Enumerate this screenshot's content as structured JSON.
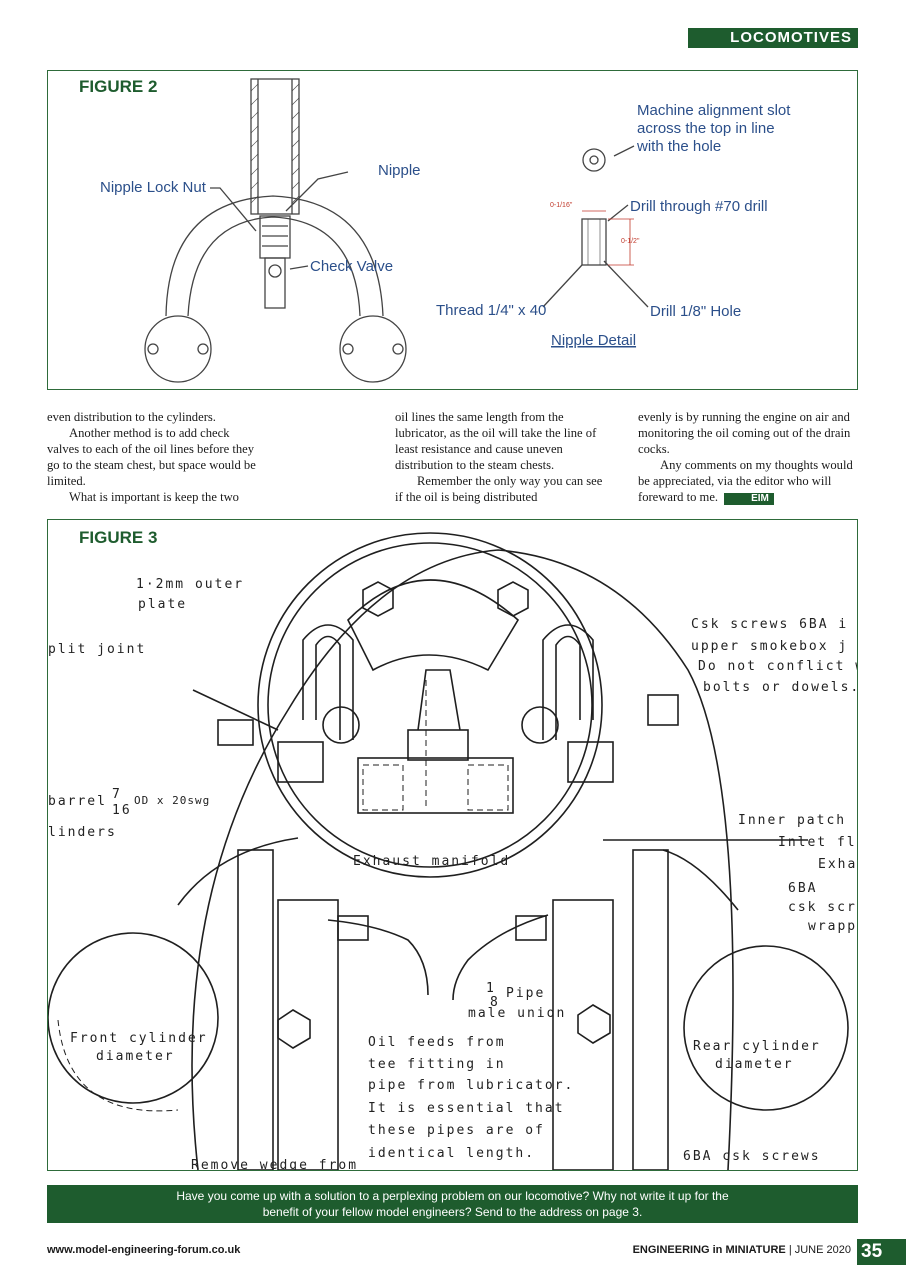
{
  "header": {
    "section": "LOCOMOTIVES"
  },
  "figure2": {
    "title": "FIGURE 2",
    "labels": {
      "nipple": "Nipple",
      "nipple_lock_nut": "Nipple Lock Nut",
      "check_valve": "Check Valve",
      "machine_slot_1": "Machine alignment slot",
      "machine_slot_2": "across the top in line",
      "machine_slot_3": "with the hole",
      "drill_70": "Drill through #70 drill",
      "thread": "Thread 1/4\" x 40",
      "drill_hole": "Drill 1/8\" Hole",
      "nipple_detail": "Nipple Detail",
      "dim_top": "0-1/16\"",
      "dim_side": "0-1/2\""
    }
  },
  "article": {
    "col1_p1": "even distribution to the cylinders.",
    "col1_p2": "Another method is to add check valves to each of the oil lines before they go to the steam chest, but space would be limited.",
    "col1_p3": "What is important is keep the two",
    "col2_p1": "oil lines the same length from the lubricator, as the oil will take the line of least resistance and cause uneven distribution to the steam chests.",
    "col2_p2": "Remember the only way you can see if the oil is being distributed",
    "col3_p1": "evenly is by running the engine on air and monitoring the oil coming out of the drain cocks.",
    "col3_p2": "Any comments on my thoughts would be appreciated, via the editor who will foreward to me.",
    "end_mark": "EIM"
  },
  "figure3": {
    "title": "FIGURE 3",
    "labels": {
      "outer_plate_1": "1·2mm outer",
      "outer_plate_2": "plate",
      "split_joint": "plit joint",
      "csk_1": "Csk screws 6BA i",
      "csk_2": "upper smokebox j",
      "csk_3": "Do not conflict wi",
      "csk_4": "bolts or dowels.",
      "barrel": "barrel",
      "fraction_num": "7",
      "fraction_den": "16",
      "od": "OD x 20swg",
      "linders": "linders",
      "inner_patch": "Inner patch pl",
      "inlet": "Inlet fla",
      "exha": "Exha",
      "exhaust_manifold": "Exhaust manifold",
      "six_ba": "6BA",
      "csk_scr": "csk scr",
      "wrapp": "wrapp",
      "pipe_num": "1",
      "pipe_den": "8",
      "pipe": "Pipe",
      "male_union": "male union",
      "front_cyl_1": "Front cylinder",
      "front_cyl_2": "diameter",
      "oil_1": "Oil feeds from",
      "oil_2": "tee fitting in",
      "oil_3": "pipe from lubricator.",
      "oil_4": "It is essential that",
      "oil_5": "these pipes are of",
      "oil_6": "identical length.",
      "rear_cyl_1": "Rear cylinder",
      "rear_cyl_2": "diameter",
      "six_ba_csk": "6BA csk screws",
      "remove_wedge": "Remove wedge from"
    }
  },
  "banner": {
    "line1": "Have you come up with a solution to a perplexing problem on our locomotive? Why not write it up for the",
    "line2": "benefit of your fellow model engineers? Send to the address on page 3."
  },
  "footer": {
    "website": "www.model-engineering-forum.co.uk",
    "magazine": "ENGINEERING in MINIATURE",
    "issue": " | JUNE 2020",
    "page": "35"
  }
}
